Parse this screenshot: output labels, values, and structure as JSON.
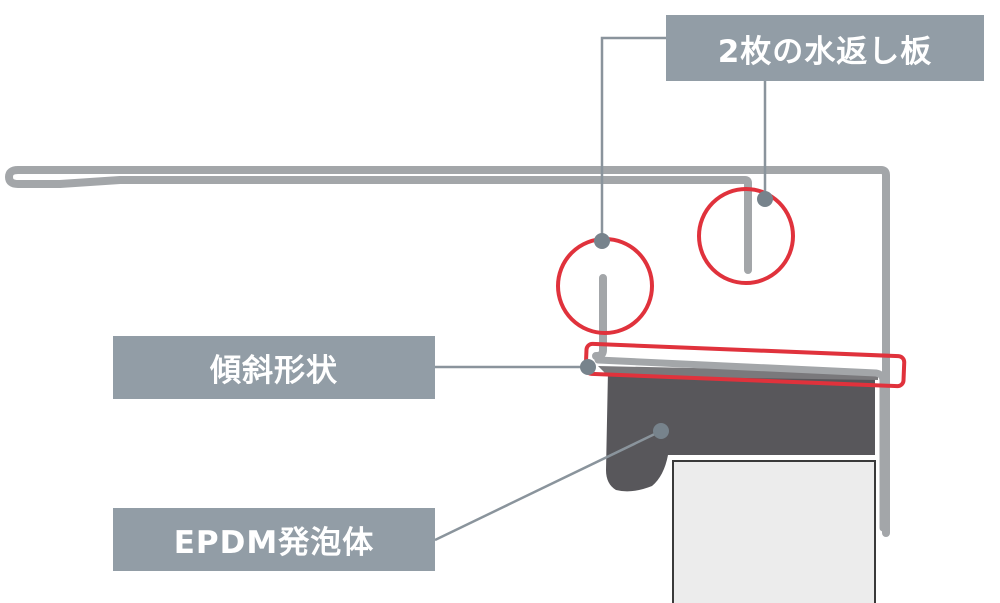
{
  "labels": {
    "drip_boards": "2枚の水返し板",
    "slope_shape": "傾斜形状",
    "epdm_foam": "EPDM発泡体"
  },
  "colors": {
    "label_bg": "#929da6",
    "label_text": "#ffffff",
    "highlight": "#e0323c",
    "metal": "#a3a6a9",
    "foam": "#58575b",
    "leader": "#8a949c"
  }
}
